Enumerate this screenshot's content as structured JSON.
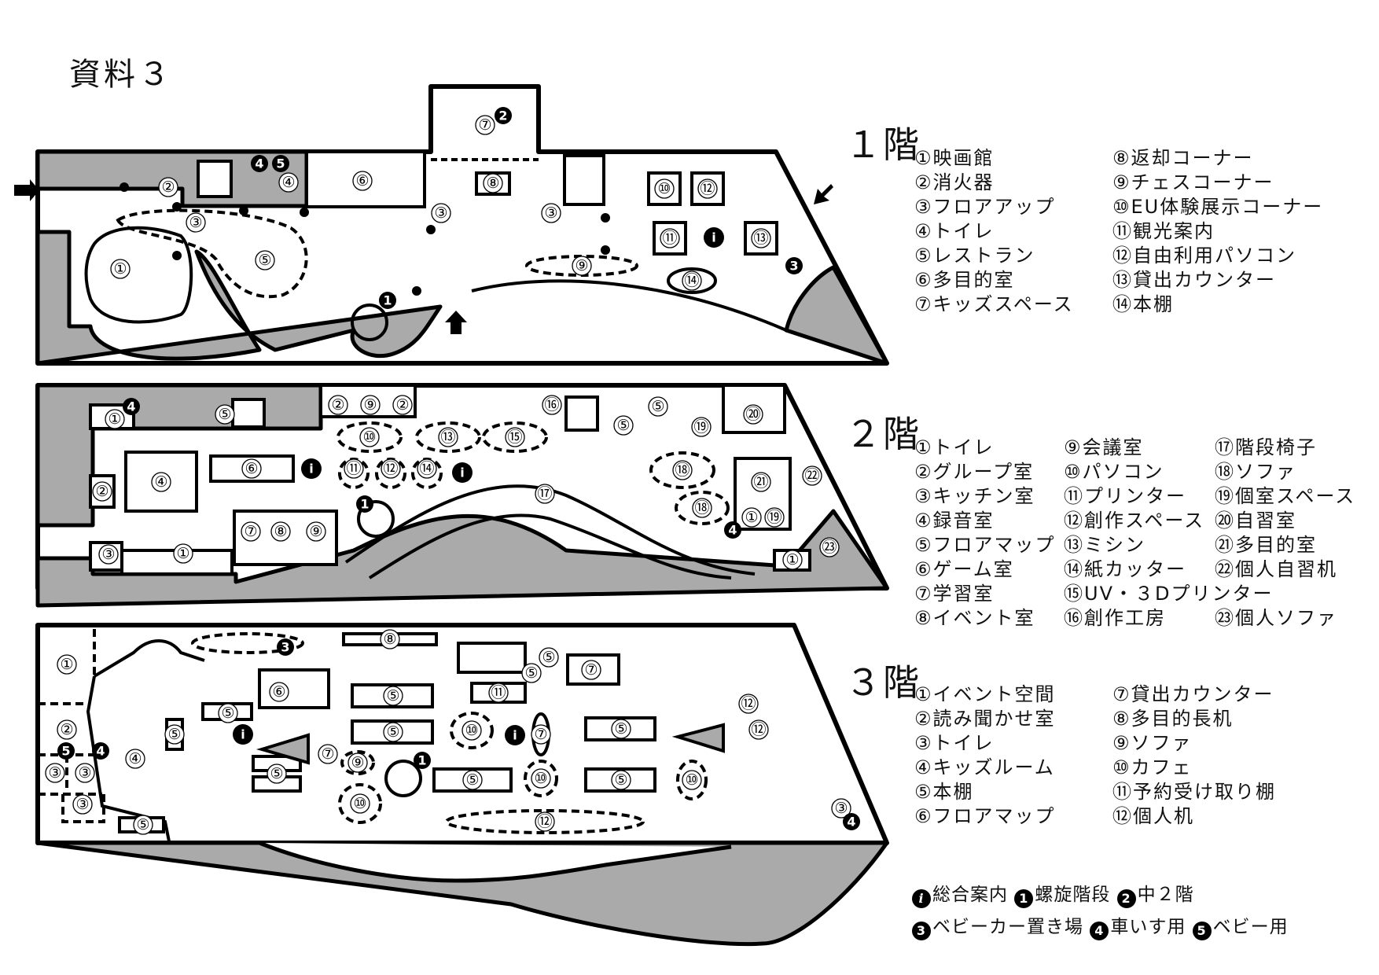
{
  "document": {
    "title": "資料３"
  },
  "floors": [
    {
      "heading": "１階",
      "legend": [
        [
          {
            "num": "①",
            "label": "映画館"
          },
          {
            "num": "②",
            "label": "消火器"
          },
          {
            "num": "③",
            "label": "フロアアップ"
          },
          {
            "num": "④",
            "label": "トイレ"
          },
          {
            "num": "⑤",
            "label": "レストラン"
          },
          {
            "num": "⑥",
            "label": "多目的室"
          },
          {
            "num": "⑦",
            "label": "キッズスペース"
          }
        ],
        [
          {
            "num": "⑧",
            "label": "返却コーナー"
          },
          {
            "num": "⑨",
            "label": "チェスコーナー"
          },
          {
            "num": "⑩",
            "label": "EU体験展示コーナー"
          },
          {
            "num": "⑪",
            "label": "観光案内"
          },
          {
            "num": "⑫",
            "label": "自由利用パソコン"
          },
          {
            "num": "⑬",
            "label": "貸出カウンター"
          },
          {
            "num": "⑭",
            "label": "本棚"
          }
        ]
      ],
      "map_labels": {
        "cinema": "①",
        "extinguisher": "②",
        "floorup_a": "③",
        "floorup_b": "③",
        "floorup_c": "③",
        "toilet": "④",
        "restaurant": "⑤",
        "multipurpose": "⑥",
        "kids": "⑦",
        "return": "⑧",
        "chess": "⑨",
        "eu": "⑩",
        "tourist": "⑪",
        "pc": "⑫",
        "lending": "⑬",
        "shelf": "⑭",
        "sym_wheelchair": "4",
        "sym_baby": "5",
        "sym_mezz": "2",
        "sym_spiral": "1",
        "sym_stroller": "3",
        "sym_info": "i"
      }
    },
    {
      "heading": "２階",
      "legend": [
        [
          {
            "num": "①",
            "label": "トイレ"
          },
          {
            "num": "②",
            "label": "グループ室"
          },
          {
            "num": "③",
            "label": "キッチン室"
          },
          {
            "num": "④",
            "label": "録音室"
          },
          {
            "num": "⑤",
            "label": "フロアマップ"
          },
          {
            "num": "⑥",
            "label": "ゲーム室"
          },
          {
            "num": "⑦",
            "label": "学習室"
          },
          {
            "num": "⑧",
            "label": "イベント室"
          }
        ],
        [
          {
            "num": "⑨",
            "label": "会議室"
          },
          {
            "num": "⑩",
            "label": "パソコン"
          },
          {
            "num": "⑪",
            "label": "プリンター"
          },
          {
            "num": "⑫",
            "label": "創作スペース"
          },
          {
            "num": "⑬",
            "label": "ミシン"
          },
          {
            "num": "⑭",
            "label": "紙カッター"
          },
          {
            "num": "⑮",
            "label": "UV・３Dプリンター"
          },
          {
            "num": "⑯",
            "label": "創作工房"
          }
        ],
        [
          {
            "num": "⑰",
            "label": "階段椅子"
          },
          {
            "num": "⑱",
            "label": "ソファ"
          },
          {
            "num": "⑲",
            "label": "個室スペース"
          },
          {
            "num": "⑳",
            "label": "自習室"
          },
          {
            "num": "㉑",
            "label": "多目的室"
          },
          {
            "num": "㉒",
            "label": "個人自習机"
          },
          {
            "num": "",
            "label": ""
          },
          {
            "num": "㉓",
            "label": "個人ソファ"
          }
        ]
      ],
      "map_labels": {
        "toilet_a": "①",
        "toilet_b": "①",
        "toilet_c": "①",
        "toilet_d": "①",
        "group_a": "②",
        "group_b": "②",
        "group_c": "②",
        "kitchen": "③",
        "recording": "④",
        "map_a": "⑤",
        "map_b": "⑤",
        "map_c": "⑤",
        "game": "⑥",
        "study": "⑦",
        "event": "⑧",
        "meeting_a": "⑨",
        "meeting_b": "⑨",
        "pc": "⑩",
        "printer": "⑪",
        "craft": "⑫",
        "sewing": "⑬",
        "cutter": "⑭",
        "uv3d": "⑮",
        "workshop": "⑯",
        "stair_seat": "⑰",
        "sofa_a": "⑱",
        "sofa_b": "⑱",
        "private_a": "⑲",
        "private_b": "⑲",
        "selfstudy": "⑳",
        "multi": "㉑",
        "desk": "㉒",
        "psofa": "㉓",
        "sym_wheel_a": "4",
        "sym_wheel_b": "4",
        "sym_spiral": "1",
        "sym_info": "i"
      }
    },
    {
      "heading": "３階",
      "legend": [
        [
          {
            "num": "①",
            "label": "イベント空間"
          },
          {
            "num": "②",
            "label": "読み聞かせ室"
          },
          {
            "num": "③",
            "label": "トイレ"
          },
          {
            "num": "④",
            "label": "キッズルーム"
          },
          {
            "num": "⑤",
            "label": "本棚"
          },
          {
            "num": "⑥",
            "label": "フロアマップ"
          }
        ],
        [
          {
            "num": "⑦",
            "label": "貸出カウンター"
          },
          {
            "num": "⑧",
            "label": "多目的長机"
          },
          {
            "num": "⑨",
            "label": "ソファ"
          },
          {
            "num": "⑩",
            "label": "カフェ"
          },
          {
            "num": "⑪",
            "label": "予約受け取り棚"
          },
          {
            "num": "⑫",
            "label": "個人机"
          }
        ]
      ],
      "map_labels": {
        "event": "①",
        "reading": "②",
        "toilet": "③",
        "kids": "④",
        "shelf": "⑤",
        "map": "⑥",
        "counter": "⑦",
        "longdesk": "⑧",
        "sofa": "⑨",
        "cafe": "⑩",
        "reserve": "⑪",
        "desk": "⑫",
        "sym_stroller": "3",
        "sym_wheel": "4",
        "sym_baby": "5",
        "sym_spiral": "1",
        "sym_info": "i"
      }
    }
  ],
  "symbol_legend": [
    [
      {
        "sym": "i",
        "label": "総合案内"
      },
      {
        "sym": "1",
        "label": "螺旋階段"
      },
      {
        "sym": "2",
        "label": "中２階"
      }
    ],
    [
      {
        "sym": "3",
        "label": "ベビーカー置き場"
      },
      {
        "sym": "4",
        "label": "車いす用"
      },
      {
        "sym": "5",
        "label": "ベビー用"
      }
    ]
  ]
}
